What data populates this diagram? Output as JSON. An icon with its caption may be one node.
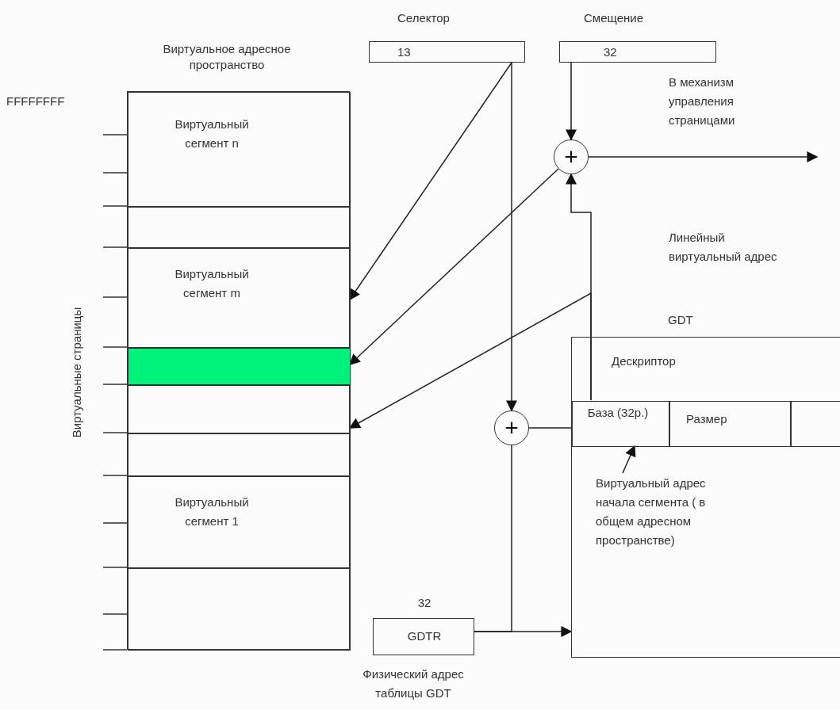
{
  "diagram": {
    "nodes": [
      {
        "text": [
          "Селектор",
          "13"
        ]
      },
      {
        "text": [
          "Смещение",
          "32"
        ]
      },
      {
        "text": [
          "Виртуальное адресное пространство"
        ]
      },
      {
        "text": [
          "Виртуальный сегмент n"
        ],
        "in": 2
      },
      {
        "text": [],
        "shape": "box",
        "in": 2
      },
      {
        "text": [
          "Виртуальный сегмент m"
        ],
        "in": 2
      },
      {
        "text": [],
        "shape": "bar",
        "in": 2
      },
      {
        "text": [],
        "shape": "box",
        "in": 2
      },
      {
        "text": [],
        "shape": "box",
        "in": 2
      },
      {
        "text": [
          "Виртуальный сегмент 1"
        ],
        "in": 2
      },
      {
        "text": [],
        "shape": "box",
        "in": 2
      },
      {
        "text": [
          "+"
        ]
      },
      {
        "text": [
          "GDT",
          "Дескриптор"
        ]
      },
      {
        "text": [
          "База (32р.)"
        ],
        "in": 12
      },
      {
        "text": [
          "Размер"
        ],
        "in": 12
      },
      {
        "text": [],
        "shape": "box",
        "in": 12
      },
      {
        "text": [
          "Виртуальный адрес начала сегмента ( в общем адресном пространстве)"
        ],
        "in": 12
      },
      {
        "text": [
          "+"
        ]
      },
      {
        "text": [
          "32",
          "GDTR"
        ],
        "beside": [
          "Физический адрес таблицы GDT"
        ]
      }
    ],
    "edges": [
      {
        "from": 0,
        "to": 5,
        "arrow": "to"
      },
      {
        "from": 11,
        "to": 6,
        "arrow": "to"
      },
      {
        "from": 13,
        "to": 7,
        "arrow": "to"
      },
      {
        "from": 0,
        "to": 17,
        "arrow": "to"
      },
      {
        "from": 1,
        "to": 11,
        "arrow": "to"
      },
      {
        "from": 11,
        "to": null,
        "arrow": "to",
        "label": "В механизм управления страницами"
      },
      {
        "from": 13,
        "to": 11,
        "arrow": "to"
      },
      {
        "from": 17,
        "to": 13,
        "arrow": "none"
      },
      {
        "from": 18,
        "to": 12,
        "arrow": "to"
      },
      {
        "from": 18,
        "to": 17,
        "arrow": "none"
      },
      {
        "from": 16,
        "to": 13,
        "arrow": "to"
      }
    ],
    "labels": [
      "FFFFFFFF",
      "Виртуальные страницы",
      "Линейный виртуальный адрес"
    ]
  }
}
